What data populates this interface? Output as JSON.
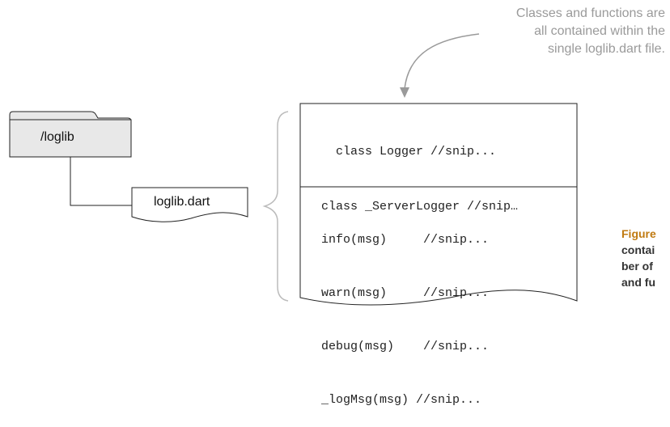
{
  "annotation": {
    "lines": [
      "Classes and functions are",
      "all contained within the",
      "single loglib.dart file."
    ]
  },
  "folder": {
    "label": "/loglib"
  },
  "file": {
    "label": "loglib.dart"
  },
  "classes": [
    "class Logger //snip...",
    "class _ServerLogger //snip…"
  ],
  "functions": [
    "info(msg)     //snip...",
    "warn(msg)     //snip...",
    "debug(msg)    //snip...",
    "_logMsg(msg) //snip..."
  ],
  "caption": {
    "figure_label": "Figure",
    "lines": [
      "contai",
      "ber of",
      "and fu"
    ]
  },
  "colors": {
    "annotation_text": "#9a9a9a",
    "folder_fill": "#e8e8e8",
    "figure_label": "#c07a10",
    "stroke": "#222222"
  }
}
